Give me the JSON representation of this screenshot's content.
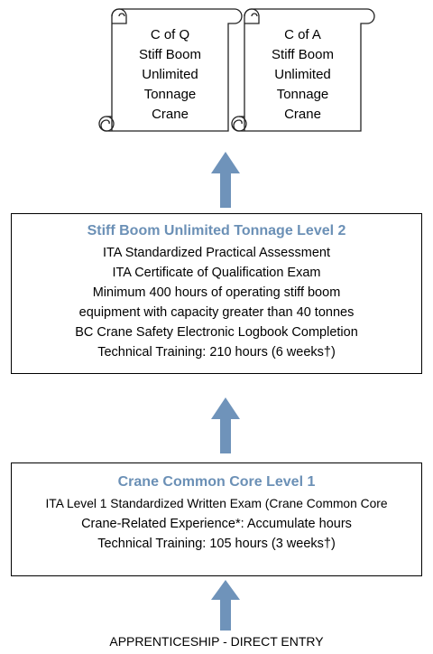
{
  "certificates": [
    {
      "lines": [
        "C of Q",
        "Stiff Boom",
        "Unlimited",
        "Tonnage",
        "Crane"
      ]
    },
    {
      "lines": [
        "C of A",
        "Stiff Boom",
        "Unlimited",
        "Tonnage",
        "Crane"
      ]
    }
  ],
  "level2": {
    "title": "Stiff Boom Unlimited Tonnage Level 2",
    "lines": [
      "ITA Standardized Practical Assessment",
      "ITA Certificate of Qualification Exam",
      "Minimum 400 hours of operating stiff boom",
      "equipment with capacity greater than 40 tonnes",
      "BC Crane Safety Electronic Logbook Completion",
      "Technical Training:  210 hours (6 weeks†)"
    ]
  },
  "level1": {
    "title": "Crane Common Core Level 1",
    "lines": [
      "ITA Level 1 Standardized Written Exam (Crane Common Core",
      "Crane-Related Experience*:  Accumulate hours",
      "Technical Training:  105 hours (3 weeks†)"
    ]
  },
  "entry_label": "APPRENTICESHIP - DIRECT ENTRY",
  "colors": {
    "arrow": "#6f93ba",
    "title": "#6b90b6"
  }
}
